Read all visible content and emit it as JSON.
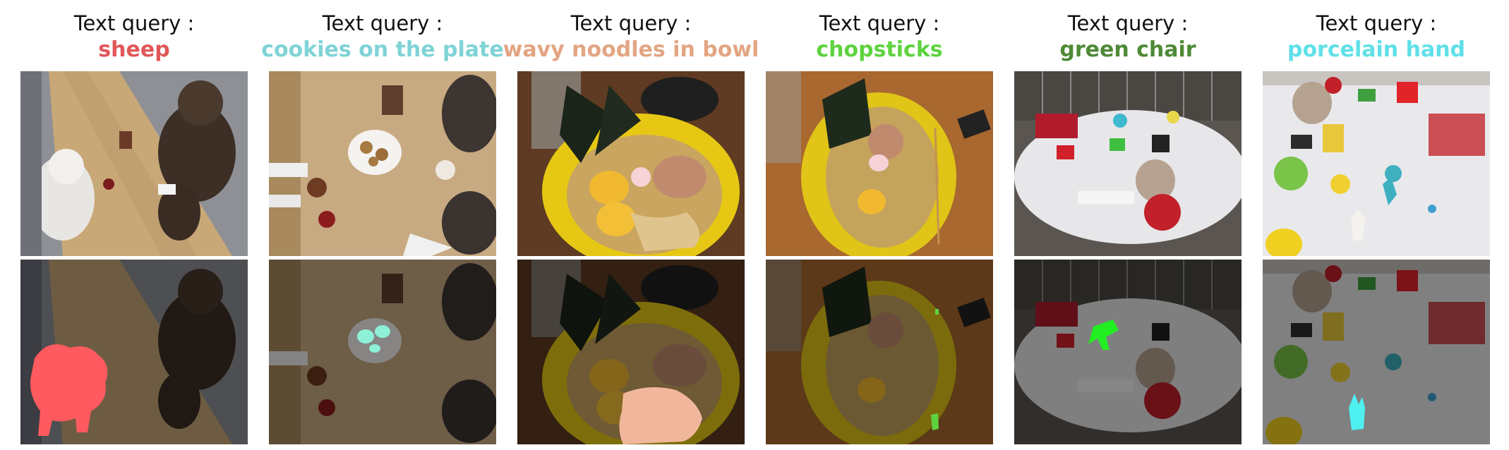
{
  "figure": {
    "columns": [
      {
        "label": "Text query :",
        "query": "sheep",
        "color": "#e15759"
      },
      {
        "label": "Text query :",
        "query": "cookies on the plate",
        "color": "#7fd3d6"
      },
      {
        "label": "Text query :",
        "query": "wavy noodles in bowl",
        "color": "#e3a583"
      },
      {
        "label": "Text query :",
        "query": "chopsticks",
        "color": "#5ed33f"
      },
      {
        "label": "Text query :",
        "query": "green chair",
        "color": "#4f8a37"
      },
      {
        "label": "Text query :",
        "query": "porcelain hand",
        "color": "#5fe0e8"
      }
    ]
  }
}
